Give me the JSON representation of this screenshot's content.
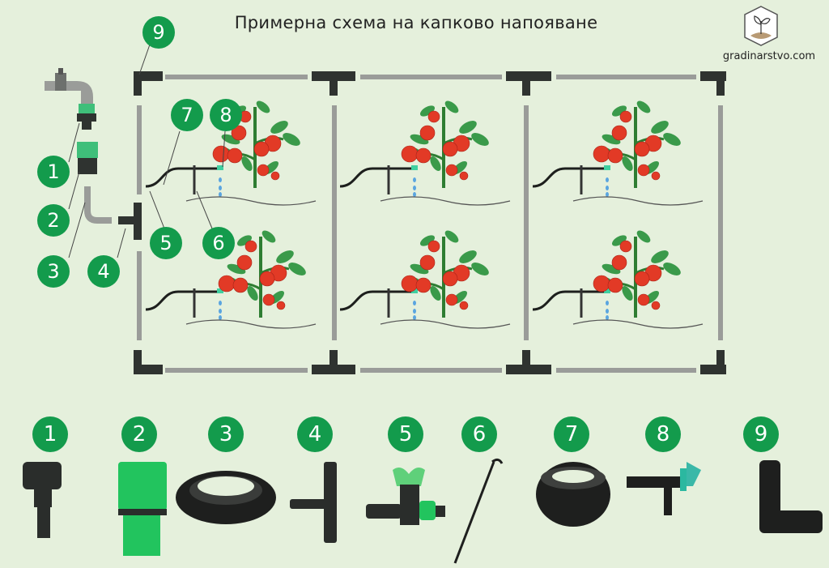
{
  "title": "Примерна схема на капково напояване",
  "brand": {
    "name": "gradinarstvo.com",
    "logo_icon": "sprout-hexagon-icon"
  },
  "colors": {
    "background": "#e5f0dc",
    "badge": "#139b4c",
    "pipe": "#9a9c99",
    "fitting": "#2f3330",
    "accent_green": "#3fd07a",
    "tomato": "#e53a2a",
    "leaf": "#2e8b3a"
  },
  "diagram": {
    "callouts": [
      {
        "number": "1",
        "label": "faucet-adapter"
      },
      {
        "number": "2",
        "label": "quick-connector"
      },
      {
        "number": "3",
        "label": "main-hose"
      },
      {
        "number": "4",
        "label": "tee-connector"
      },
      {
        "number": "5",
        "label": "shutoff-valve"
      },
      {
        "number": "6",
        "label": "support-stake"
      },
      {
        "number": "7",
        "label": "micro-tube"
      },
      {
        "number": "8",
        "label": "dripper"
      },
      {
        "number": "9",
        "label": "elbow-connector"
      }
    ],
    "beds": 3,
    "plants_per_bed": 2
  },
  "parts": [
    {
      "number": "1",
      "name": "tap-adapter"
    },
    {
      "number": "2",
      "name": "hose-connector"
    },
    {
      "number": "3",
      "name": "hose-coil"
    },
    {
      "number": "4",
      "name": "tee-fitting"
    },
    {
      "number": "5",
      "name": "mini-valve"
    },
    {
      "number": "6",
      "name": "stake"
    },
    {
      "number": "7",
      "name": "thin-tube-coil"
    },
    {
      "number": "8",
      "name": "dripper"
    },
    {
      "number": "9",
      "name": "elbow-fitting"
    }
  ]
}
